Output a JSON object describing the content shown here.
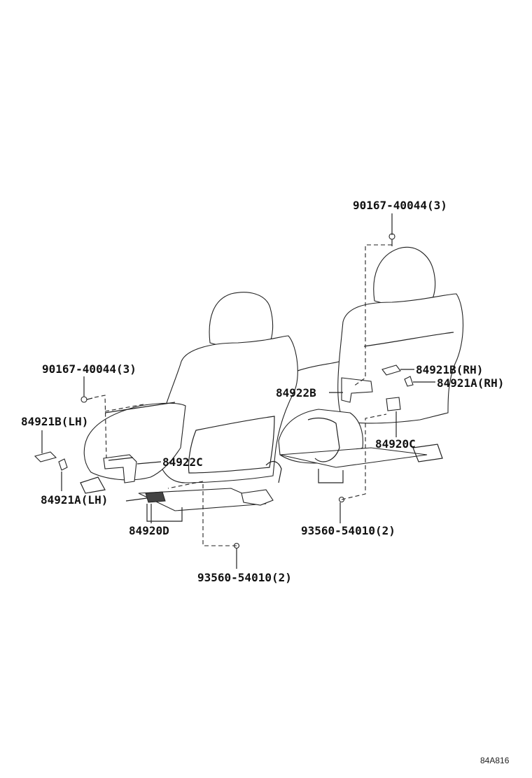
{
  "labels": {
    "bolt_top_right": "90167-40044(3)",
    "bolt_left": "90167-40044(3)",
    "cover_b_lh": "84921B(LH)",
    "cover_a_lh": "84921A(LH)",
    "switch_d": "84920D",
    "bracket_c": "84922C",
    "screw_bottom_left": "93560-54010(2)",
    "bracket_b": "84922B",
    "cover_b_rh": "84921B(RH)",
    "cover_a_rh": "84921A(RH)",
    "switch_c": "84920C",
    "screw_bottom_right": "93560-54010(2)",
    "figure_id": "84A816"
  }
}
